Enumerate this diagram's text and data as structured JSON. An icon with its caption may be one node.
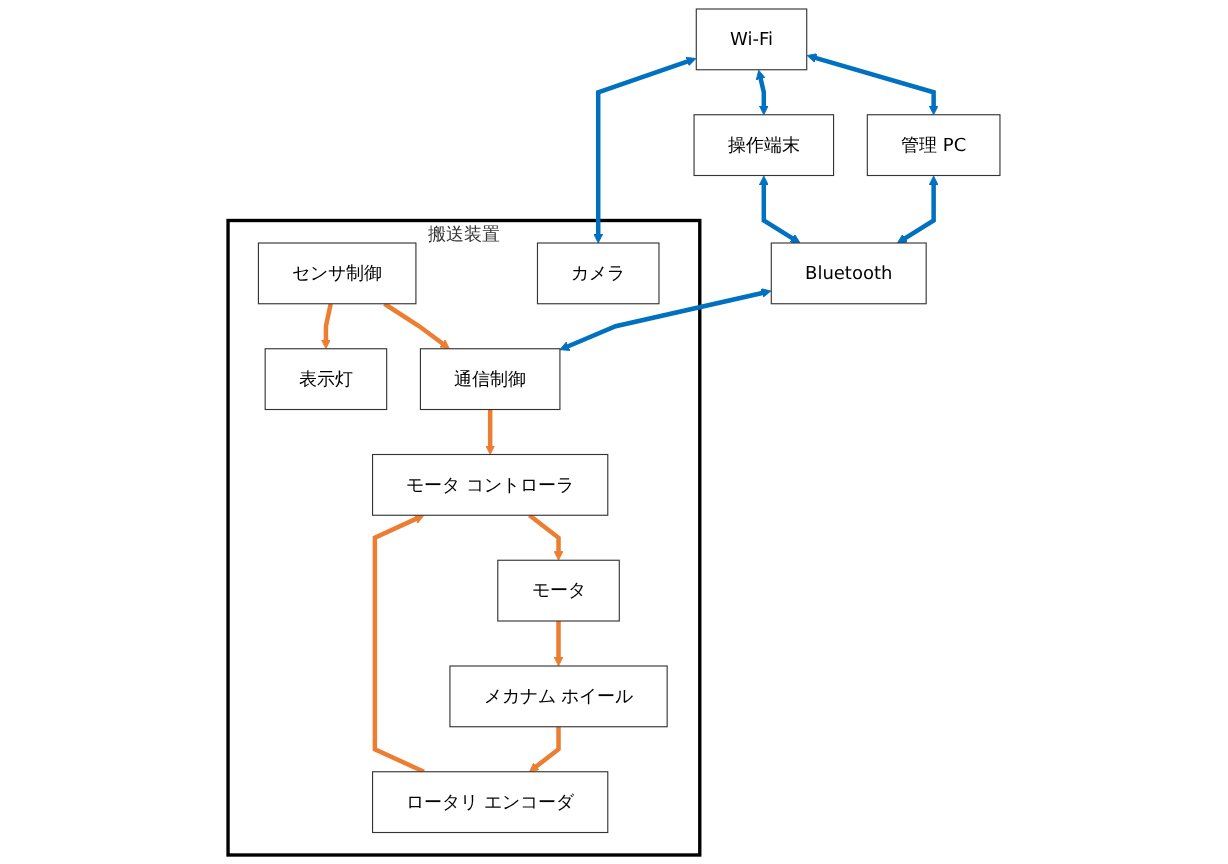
{
  "diagram": {
    "nodes": [
      {
        "text": [
          "管理 PC"
        ]
      },
      {
        "text": [
          "Wi-Fi"
        ]
      },
      {
        "text": [
          "操作端末"
        ]
      },
      {
        "text": [
          "Bluetooth"
        ]
      },
      {
        "text": [
          "搬送装置"
        ]
      },
      {
        "text": [
          "表示灯"
        ],
        "in": 4
      },
      {
        "text": [
          "センサ制御"
        ],
        "in": 4
      },
      {
        "text": [
          "ロータリ エンコーダ"
        ],
        "in": 4
      },
      {
        "text": [
          "モータ コントローラ"
        ],
        "in": 4
      },
      {
        "text": [
          "カメラ"
        ],
        "in": 4
      },
      {
        "text": [
          "通信制御"
        ],
        "in": 4
      },
      {
        "text": [
          "メカナム ホイール"
        ],
        "in": 4
      },
      {
        "text": [
          "モータ"
        ],
        "in": 4
      }
    ],
    "edges": [
      {
        "from": 1,
        "to": 0,
        "arrow": "both",
        "color": "#0070c0"
      },
      {
        "from": 0,
        "to": 3,
        "arrow": "both",
        "color": "#0070c0"
      },
      {
        "from": 1,
        "to": 2,
        "arrow": "both",
        "color": "#0070c0"
      },
      {
        "from": 2,
        "to": 3,
        "arrow": "both",
        "color": "#0070c0"
      },
      {
        "from": 1,
        "to": 9,
        "arrow": "both",
        "color": "#0070c0"
      },
      {
        "from": 3,
        "to": 10,
        "arrow": "both",
        "color": "#0070c0"
      },
      {
        "from": 6,
        "to": 5,
        "arrow": "to"
      },
      {
        "from": 6,
        "to": 10,
        "arrow": "to"
      },
      {
        "from": 10,
        "to": 8,
        "arrow": "to"
      },
      {
        "from": 7,
        "to": 8,
        "arrow": "to"
      },
      {
        "from": 8,
        "to": 12,
        "arrow": "to"
      },
      {
        "from": 12,
        "to": 11,
        "arrow": "to"
      },
      {
        "from": 11,
        "to": 7,
        "arrow": "to"
      }
    ]
  }
}
